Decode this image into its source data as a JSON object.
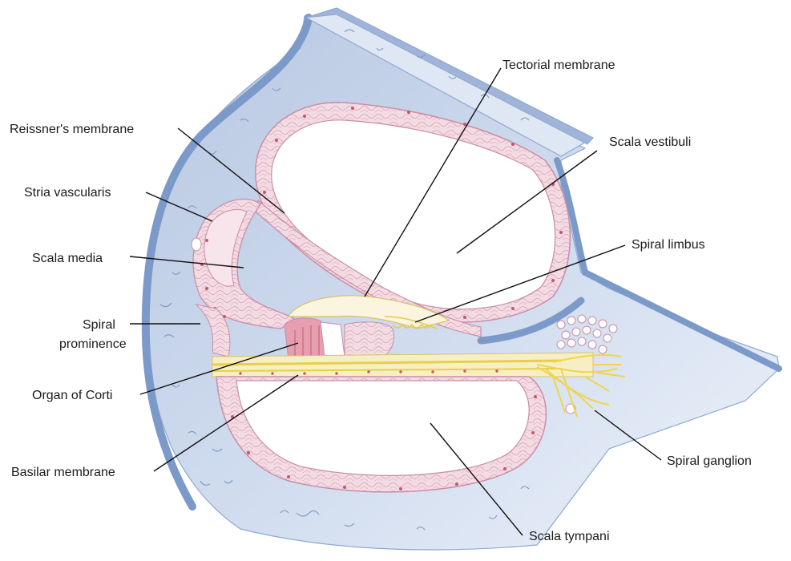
{
  "labels": {
    "tectorial_membrane": "Tectorial membrane",
    "reissners_membrane": "Reissner's membrane",
    "scala_vestibuli": "Scala vestibuli",
    "stria_vascularis": "Stria vascularis",
    "spiral_limbus": "Spiral limbus",
    "scala_media": "Scala media",
    "spiral_prominence_line1": "Spiral",
    "spiral_prominence_line2": "prominence",
    "organ_of_corti": "Organ of Corti",
    "spiral_ganglion": "Spiral ganglion",
    "basilar_membrane": "Basilar membrane",
    "scala_tympani": "Scala tympani"
  },
  "colors": {
    "bone_fill": "#c9d6ea",
    "bone_edge": "#7f9cc9",
    "tissue_fill": "#f3d9e1",
    "tissue_edge": "#c98ea6",
    "nerve": "#f1d84a",
    "cell_dark": "#d98aa0"
  }
}
